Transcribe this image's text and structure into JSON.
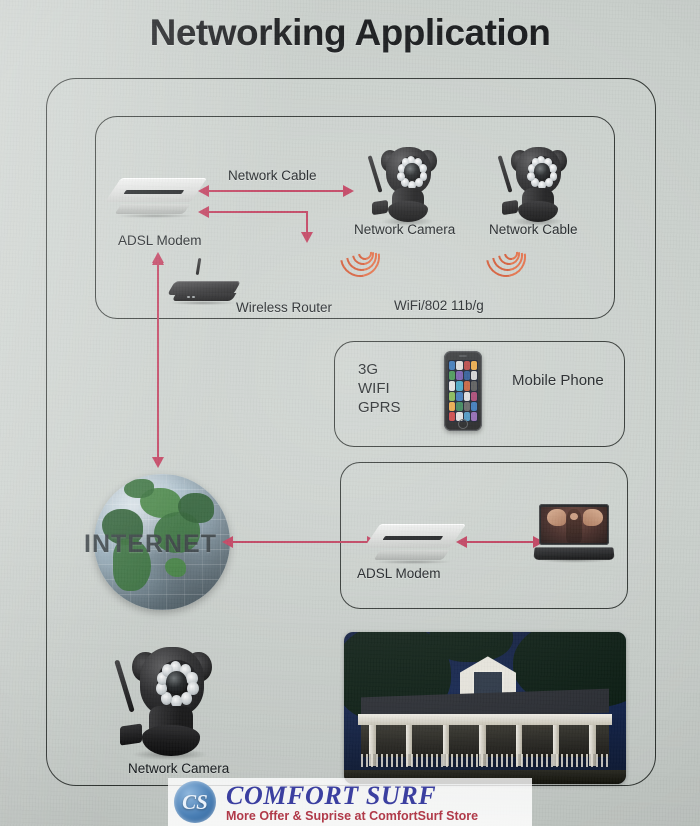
{
  "page": {
    "title": "Networking Application",
    "background_color": "#c9cfcb",
    "accent_arrow_color": "#c03a5a",
    "wifi_wave_color": "#e3693f"
  },
  "lan_panel": {
    "network_cable_label": "Network Cable",
    "adsl_modem_label": "ADSL Modem",
    "wireless_router_label": "Wireless Router",
    "network_camera_label": "Network Camera",
    "network_cable_right_label": "Network Cable",
    "wifi_standard_label": "WiFi/802 11b/g"
  },
  "mobile_panel": {
    "tech_line1": "3G",
    "tech_line2": "WIFI",
    "tech_line3": "GPRS",
    "device_label": "Mobile Phone"
  },
  "internet": {
    "globe_label": "INTERNET"
  },
  "remote_panel": {
    "adsl_modem_label": "ADSL Modem"
  },
  "bottom": {
    "network_camera_label": "Network Camera"
  },
  "watermark": {
    "logo_text": "CS",
    "brand": "COMFORT SURF",
    "tagline": "More Offer & Suprise at ComfortSurf Store",
    "brand_color": "#3b3fa0",
    "tagline_color": "#b03a49"
  }
}
